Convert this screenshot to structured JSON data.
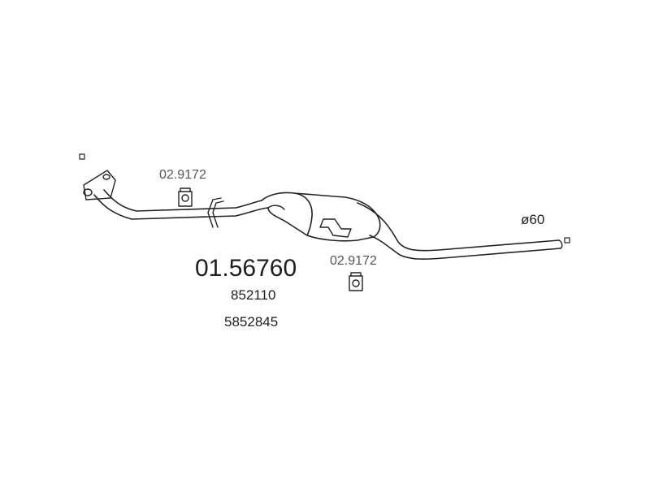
{
  "diagram": {
    "main_part_number": "01.56760",
    "reference_numbers": [
      "852110",
      "5852845"
    ],
    "clamps": [
      {
        "label": "02.9172"
      },
      {
        "label": "02.9172"
      }
    ],
    "pipe_diameter_label": "ø60",
    "colors": {
      "line": "#222222",
      "text": "#1e1e1e",
      "clamp_text": "#555555",
      "background": "#ffffff"
    }
  }
}
